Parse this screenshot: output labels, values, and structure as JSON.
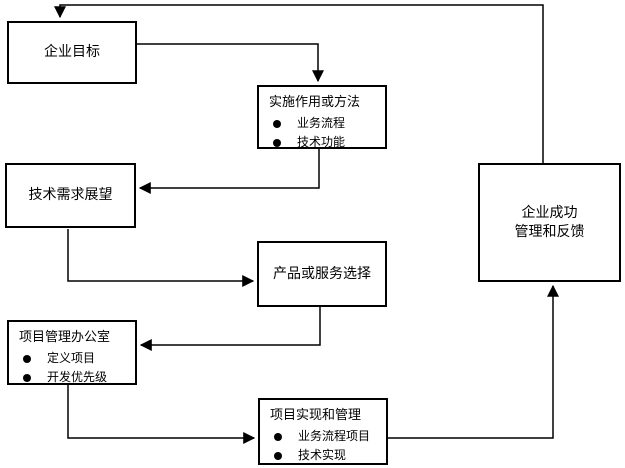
{
  "diagram": {
    "background_color": "#ffffff",
    "line_color": "#000000",
    "nodes": {
      "enterprise_goals": {
        "title": "企业目标"
      },
      "implementation_methods": {
        "title": "实施作用或方法",
        "bullets": [
          "业务流程",
          "技术功能"
        ]
      },
      "tech_requirements": {
        "title": "技术需求展望"
      },
      "product_selection": {
        "title": "产品或服务选择"
      },
      "pmo": {
        "title": "项目管理办公室",
        "bullets": [
          "定义项目",
          "开发优先级"
        ]
      },
      "project_implementation": {
        "title": "项目实现和管理",
        "bullets": [
          "业务流程项目",
          "技术实现"
        ]
      },
      "enterprise_success": {
        "title_line1": "企业成功",
        "title_line2": "管理和反馈"
      }
    },
    "connections": [
      {
        "from": "enterprise_success",
        "to": "enterprise_goals"
      },
      {
        "from": "enterprise_goals",
        "to": "implementation_methods"
      },
      {
        "from": "implementation_methods",
        "to": "tech_requirements"
      },
      {
        "from": "tech_requirements",
        "to": "product_selection"
      },
      {
        "from": "product_selection",
        "to": "pmo"
      },
      {
        "from": "pmo",
        "to": "project_implementation"
      },
      {
        "from": "project_implementation",
        "to": "enterprise_success"
      }
    ]
  }
}
